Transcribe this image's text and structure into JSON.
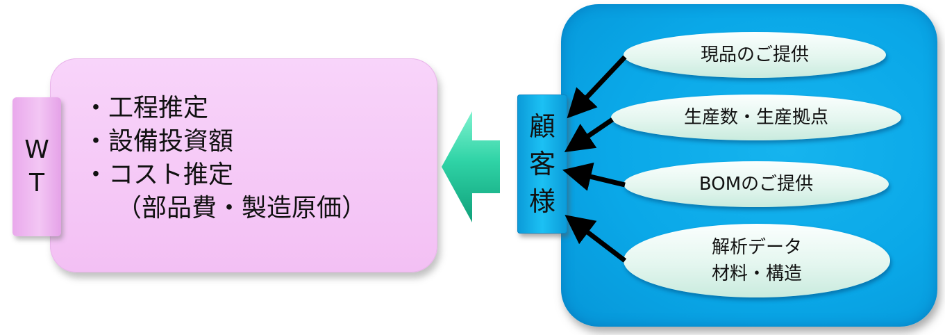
{
  "wt": {
    "tab_line1": "W",
    "tab_line2": "T",
    "items": [
      "・工程推定",
      "・設備投資額",
      "・コスト推定"
    ],
    "sub_item": "（部品費・製造原価）"
  },
  "customer": {
    "char1": "顧",
    "char2": "客",
    "char3": "様"
  },
  "inputs": [
    {
      "lines": [
        "現品のご提供"
      ]
    },
    {
      "lines": [
        "生産数・生産拠点"
      ]
    },
    {
      "lines": [
        "BOMのご提供"
      ]
    },
    {
      "lines": [
        "解析データ",
        "材料・構造"
      ]
    }
  ],
  "colors": {
    "wt_panel": "#f5c8f6",
    "customer_panel": "#0aa8e8",
    "flow_arrow": "#1ec9a0",
    "input_arrow": "#000000",
    "pill": "#e4f6ef"
  },
  "icons": {
    "flow_arrow": "left-arrow-icon",
    "input_arrows": "diagonal-arrow-icon"
  }
}
